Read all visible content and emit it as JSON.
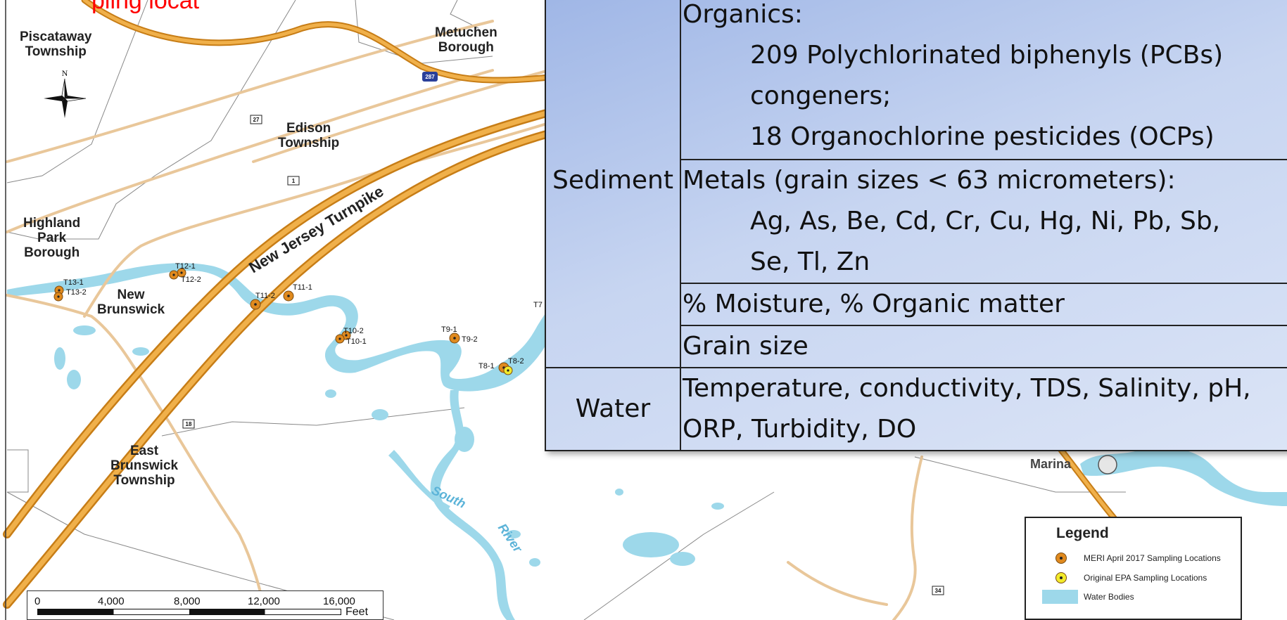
{
  "map": {
    "title_fragment": "pling locat",
    "places": {
      "piscataway": "Piscataway\nTownship",
      "metuchen": "Metuchen\nBorough",
      "edison": "Edison\nTownship",
      "highland_park": "Highland\nPark\nBorough",
      "new_brunswick": "New\nBrunswick",
      "east_brunswick": "East\nBrunswick\nTownship"
    },
    "turnpike_label": "New Jersey Turnpike",
    "river_label_1": "South",
    "river_label_2": "River",
    "marina_label": "Marina",
    "compass_north": "N",
    "route_shields": [
      "287",
      "27",
      "1",
      "18",
      "34"
    ],
    "sampling_labels": [
      "T13-1",
      "T13-2",
      "T12-1",
      "T12-2",
      "T11-1",
      "T11-2",
      "T10-2",
      "T10-1",
      "T9-1",
      "T9-2",
      "T8-1",
      "T8-2",
      "T7"
    ]
  },
  "table": {
    "sediment_label": "Sediment",
    "water_label": "Water",
    "organics_heading": "Organics:",
    "organics_line1": "209 Polychlorinated biphenyls (PCBs)",
    "organics_line2": "congeners;",
    "organics_line3": "18 Organochlorine pesticides (OCPs)",
    "metals_heading": "Metals (grain sizes < 63 micrometers):",
    "metals_line1": "Ag, As, Be, Cd, Cr, Cu, Hg, Ni, Pb, Sb,",
    "metals_line2": "Se, Tl, Zn",
    "moisture": "% Moisture, % Organic matter",
    "grain": "Grain size",
    "water_line1": "Temperature, conductivity, TDS, Salinity, pH,",
    "water_line2": "ORP, Turbidity, DO"
  },
  "legend": {
    "title": "Legend",
    "items": [
      {
        "label": "MERI April 2017 Sampling Locations",
        "color": "#e08a1e"
      },
      {
        "label": "Original EPA Sampling Locations",
        "color": "#f2ea2a"
      },
      {
        "label": "Water Bodies",
        "color": "#9dd8ea"
      }
    ]
  },
  "scale": {
    "ticks": [
      "0",
      "4,000",
      "8,000",
      "12,000",
      "16,000"
    ],
    "unit": "Feet"
  },
  "colors": {
    "water": "#9dd8ea",
    "highway": "#e0a13a",
    "road": "#f0cfa0",
    "meri_marker": "#e08a1e",
    "epa_marker": "#f2ea2a"
  }
}
